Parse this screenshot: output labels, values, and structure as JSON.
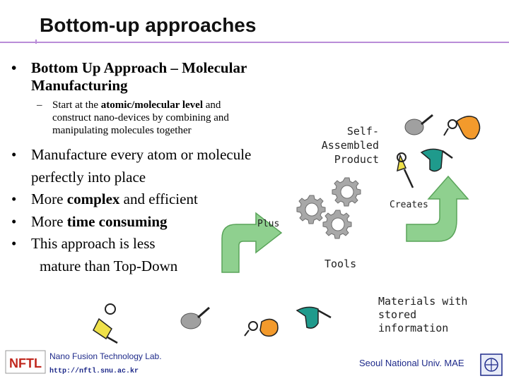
{
  "title": "Bottom-up approaches",
  "bullet_symbol": "•",
  "main_bullet": {
    "line1": "Bottom Up Approach – Molecular",
    "line2": "Manufacturing"
  },
  "sub_bullet": {
    "dash": "–",
    "line1_pre": "Start at the ",
    "line1_bold": "atomic/molecular level",
    "line1_post": " and",
    "line2": "construct nano-devices by combining and",
    "line3": "manipulating molecules together"
  },
  "bullets": [
    {
      "text": "Manufacture every atom or molecule"
    },
    {
      "text": "perfectly into place",
      "continuation": true
    },
    {
      "pre": "More ",
      "bold": "complex",
      "post": " and efficient"
    },
    {
      "pre": "More ",
      "bold": "time consuming",
      "post": ""
    },
    {
      "text": "This approach is less"
    },
    {
      "text": "mature than Top-Down",
      "continuation": true
    }
  ],
  "diagram": {
    "self_assembled": [
      "Self-",
      "Assembled",
      "Product"
    ],
    "creates": "Creates",
    "plus": "Plus",
    "tools": "Tools",
    "materials": [
      "Materials with",
      "stored",
      "information"
    ],
    "colors": {
      "arrow_green": "#8fd08f",
      "piece_orange": "#f39a2c",
      "piece_teal": "#1f9a8c",
      "piece_yellow": "#efe14a",
      "gear_gray": "#9a9a9a"
    }
  },
  "footer": {
    "logo": "NFTL",
    "lab": "Nano Fusion Technology Lab.",
    "url": "http://nftl.snu.ac.kr",
    "university": "Seoul National Univ. MAE"
  }
}
